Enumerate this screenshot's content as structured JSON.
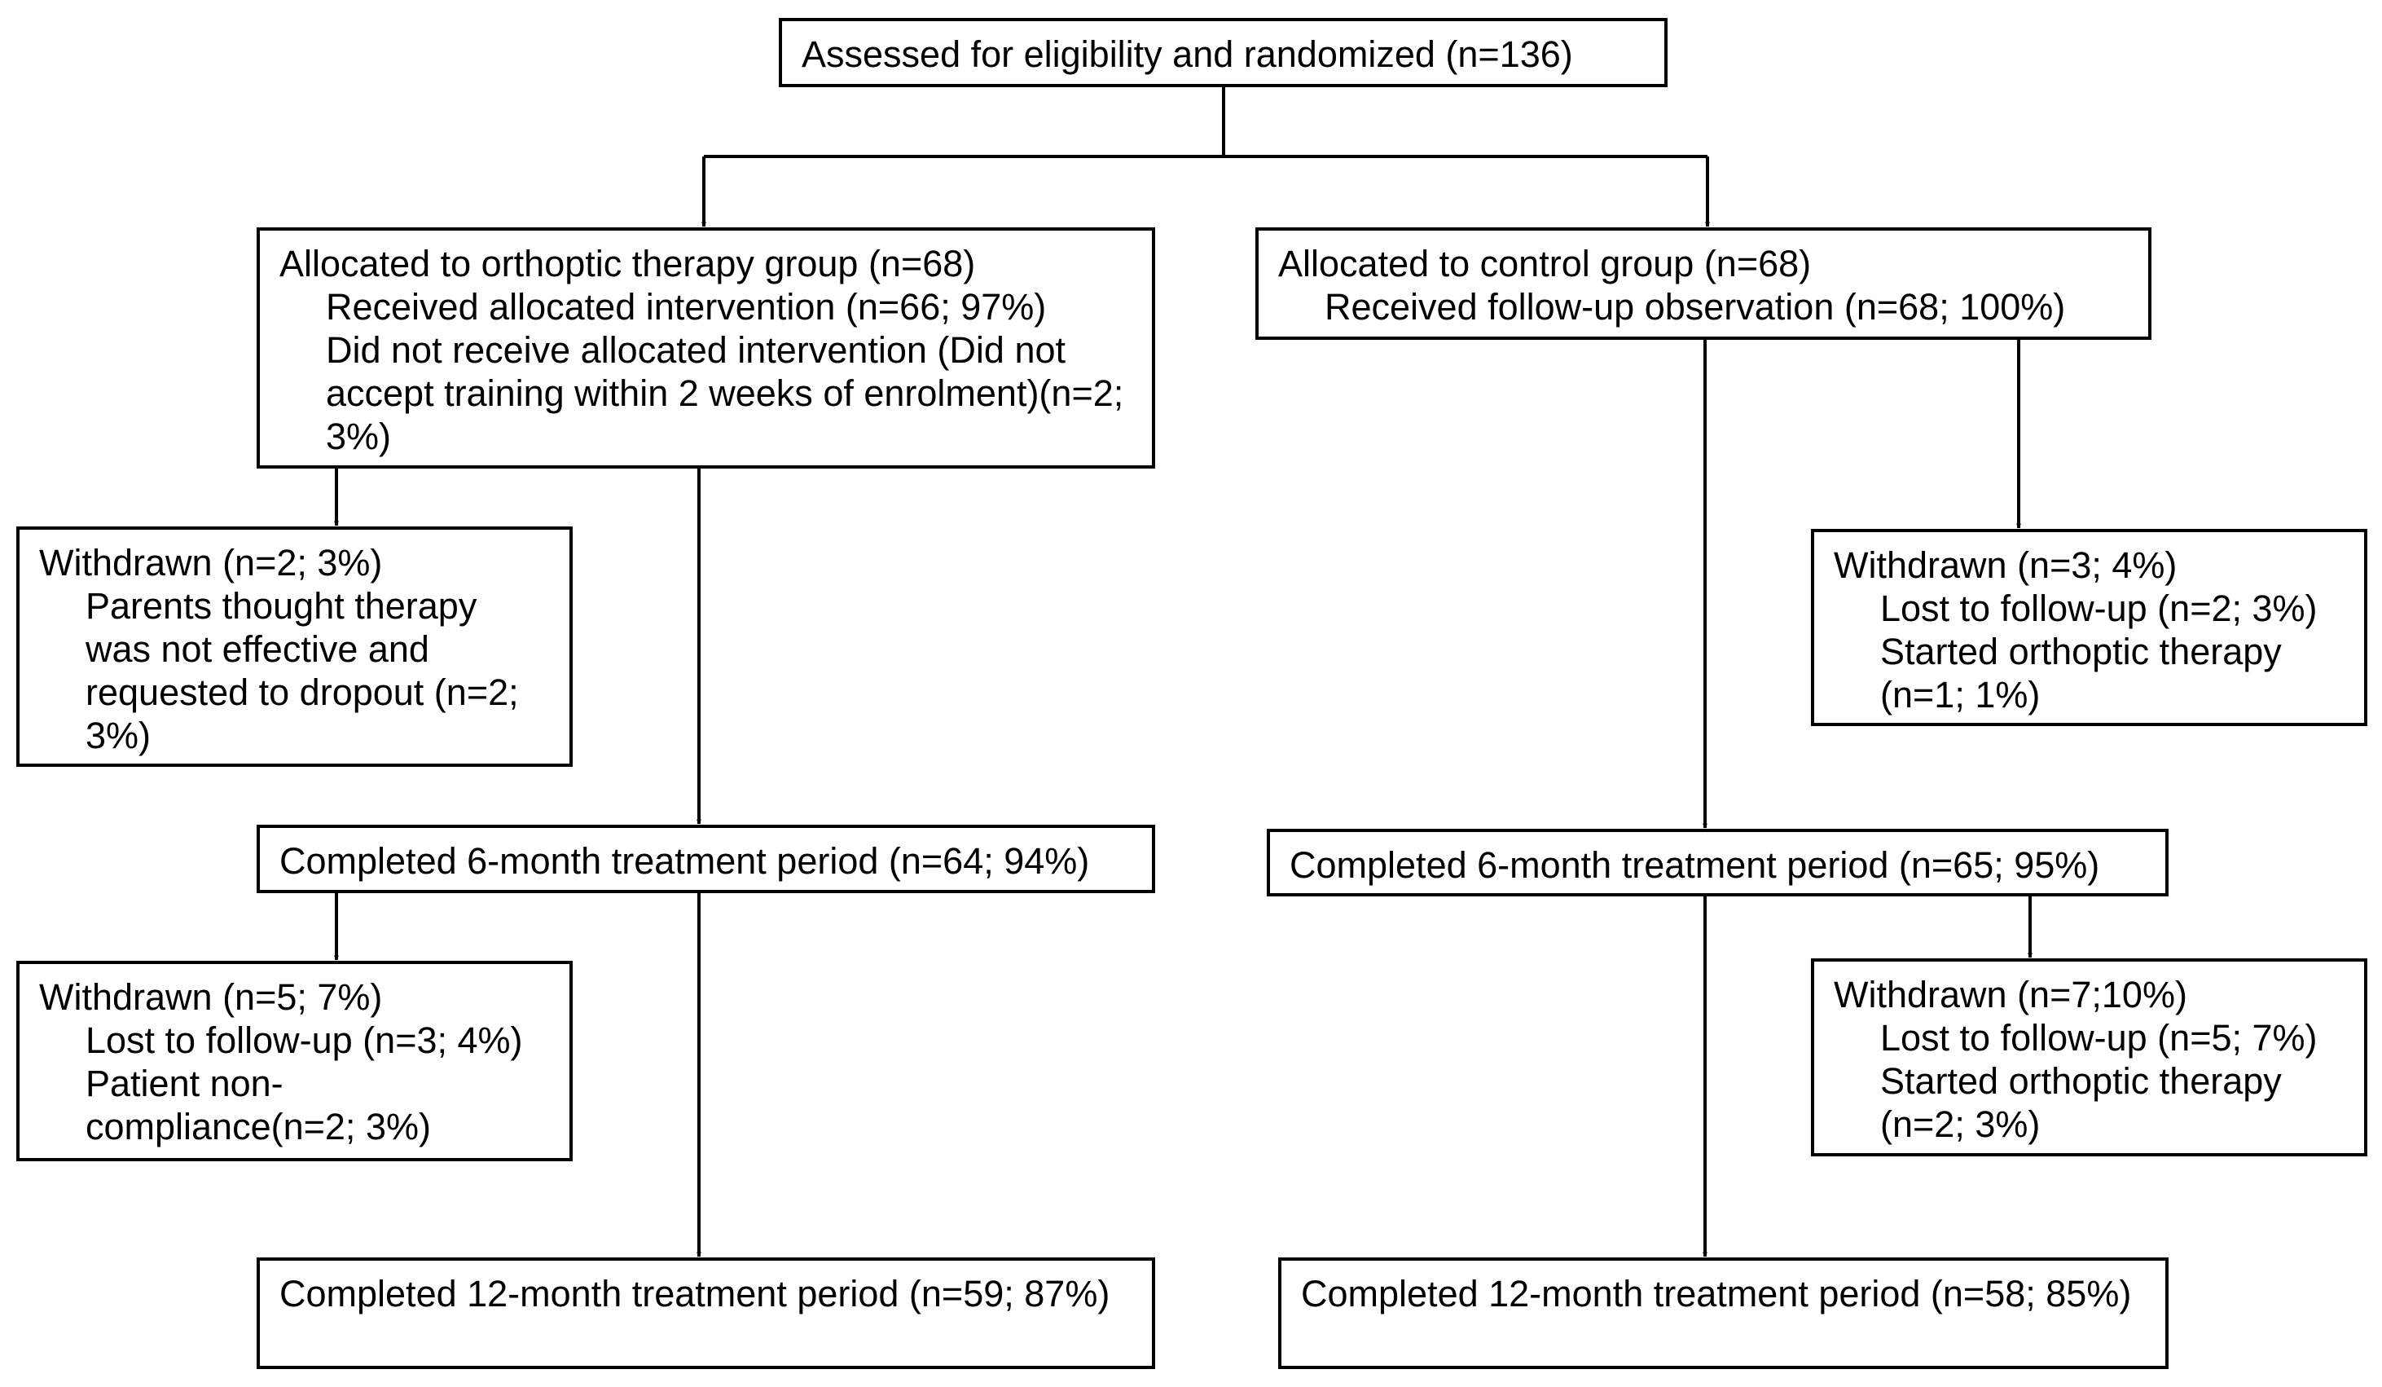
{
  "top": {
    "text": "Assessed for eligibility and randomized (n=136)"
  },
  "left": {
    "allocated": {
      "title": "Allocated to orthoptic therapy group (n=68)",
      "received": "Received allocated intervention (n=66; 97%)",
      "not_received": "Did not receive allocated intervention (Did not accept training within 2 weeks of enrolment)(n=2; 3%)"
    },
    "withdrawn1": {
      "title": "Withdrawn (n=2; 3%)",
      "reason": "Parents thought therapy was not effective and requested to dropout (n=2; 3%)"
    },
    "completed6": "Completed 6-month treatment period (n=64; 94%)",
    "withdrawn2": {
      "title": "Withdrawn (n=5; 7%)",
      "lost": "Lost to follow-up (n=3; 4%)",
      "noncompliance": "Patient non-compliance(n=2; 3%)"
    },
    "completed12": "Completed 12-month treatment period (n=59; 87%)"
  },
  "right": {
    "allocated": {
      "title": "Allocated to control group (n=68)",
      "received": "Received follow-up observation (n=68; 100%)"
    },
    "withdrawn1": {
      "title": "Withdrawn (n=3; 4%)",
      "lost": "Lost to follow-up (n=2; 3%)",
      "started": "Started orthoptic therapy (n=1; 1%)"
    },
    "completed6": "Completed 6-month treatment period (n=65; 95%)",
    "withdrawn2": {
      "title": "Withdrawn (n=7;10%)",
      "lost": "Lost to follow-up (n=5; 7%)",
      "started": "Started orthoptic therapy (n=2; 3%)"
    },
    "completed12": "Completed 12-month treatment period (n=58; 85%)"
  }
}
